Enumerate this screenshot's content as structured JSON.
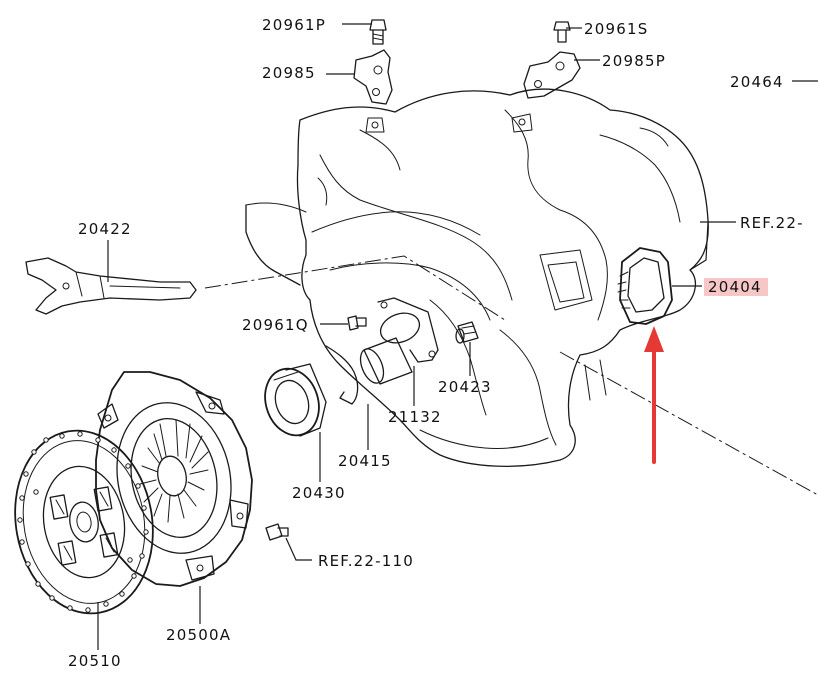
{
  "labels": {
    "p20961p": "20961P",
    "p20961s": "20961S",
    "p20985": "20985",
    "p20985p": "20985P",
    "p20464": "20464",
    "ref22_top": "REF.22-",
    "p20422": "20422",
    "p20404": "20404",
    "p20961q": "20961Q",
    "p20423": "20423",
    "p21132": "21132",
    "p20415": "20415",
    "p20430": "20430",
    "ref22_110": "REF.22-110",
    "p20500a": "20500A",
    "p20510": "20510"
  },
  "highlight": {
    "part": "20404",
    "highlight_color": "#f7c7c7",
    "arrow_color": "#e53935"
  }
}
